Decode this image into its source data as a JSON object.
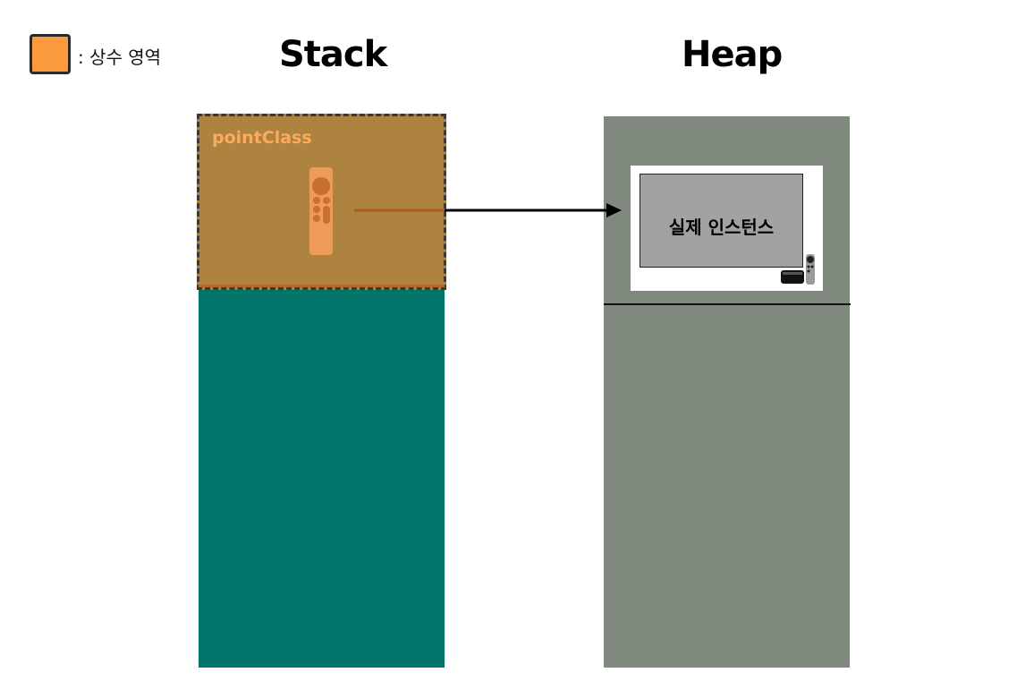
{
  "legend": {
    "swatch_color": "#fb9a3f",
    "label": ": 상수 영역"
  },
  "stack": {
    "title": "Stack",
    "color": "#02756a",
    "constant_area": {
      "color": "#ae833f",
      "variable_label": "pointClass",
      "icon": "remote-control-icon"
    }
  },
  "heap": {
    "title": "Heap",
    "color": "#7f897d",
    "instance": {
      "label": "실제 인스턴스",
      "icons": [
        "tv-screen-icon",
        "set-top-box-icon",
        "remote-control-icon"
      ]
    }
  },
  "arrow": {
    "icon": "arrow-right-icon"
  }
}
